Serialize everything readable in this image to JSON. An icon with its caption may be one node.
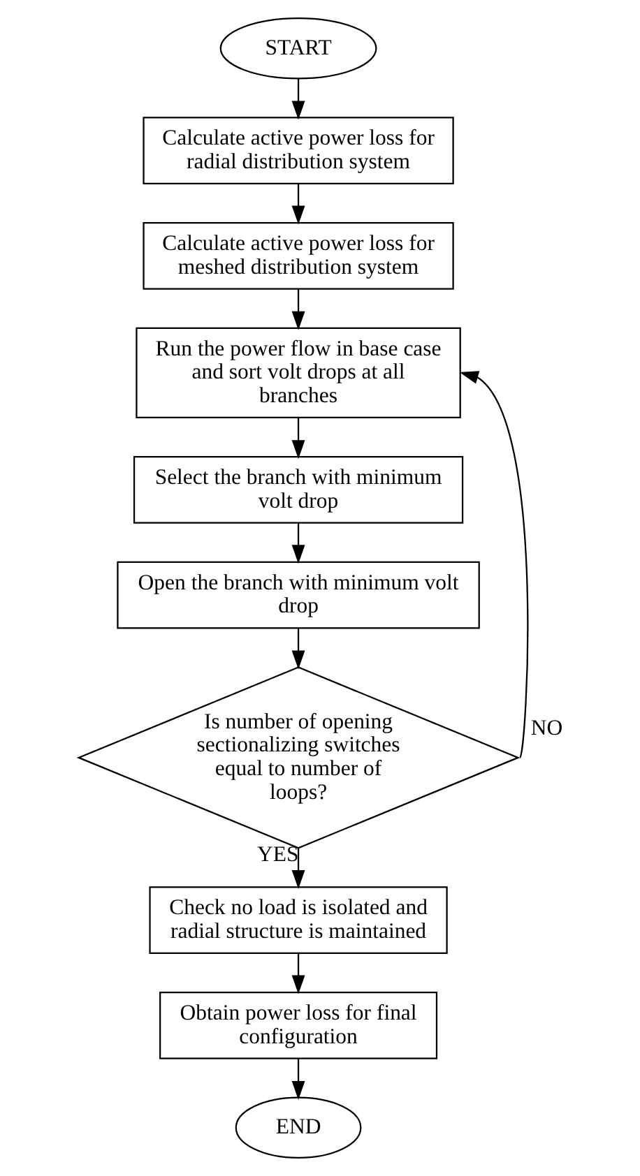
{
  "diagram": {
    "nodes": [
      {
        "text": [
          "START"
        ]
      },
      {
        "text": [
          "Calculate active power loss for radial distribution system"
        ]
      },
      {
        "text": [
          "Calculate active power loss for meshed distribution system"
        ]
      },
      {
        "text": [
          "Run the power flow in base case and sort volt drops at all branches"
        ]
      },
      {
        "text": [
          "Select the branch with minimum volt drop"
        ]
      },
      {
        "text": [
          "Open the branch with minimum volt drop"
        ]
      },
      {
        "text": [
          "Is number of opening sectionalizing switches equal to number of loops?"
        ]
      },
      {
        "text": [
          "Check no load is isolated and radial structure is maintained"
        ]
      },
      {
        "text": [
          "Obtain power loss for final configuration"
        ]
      },
      {
        "text": [
          "END"
        ]
      }
    ],
    "edges": [
      {
        "from": 0,
        "to": 1,
        "arrow": "to"
      },
      {
        "from": 1,
        "to": 2,
        "arrow": "to"
      },
      {
        "from": 2,
        "to": 3,
        "arrow": "to"
      },
      {
        "from": 3,
        "to": 4,
        "arrow": "to"
      },
      {
        "from": 4,
        "to": 5,
        "arrow": "to"
      },
      {
        "from": 5,
        "to": 6,
        "arrow": "to"
      },
      {
        "from": 6,
        "to": 3,
        "arrow": "to",
        "label": "NO"
      },
      {
        "from": 6,
        "to": 7,
        "arrow": "to",
        "label": "YES"
      },
      {
        "from": 7,
        "to": 8,
        "arrow": "to"
      },
      {
        "from": 8,
        "to": 9,
        "arrow": "to"
      }
    ]
  }
}
